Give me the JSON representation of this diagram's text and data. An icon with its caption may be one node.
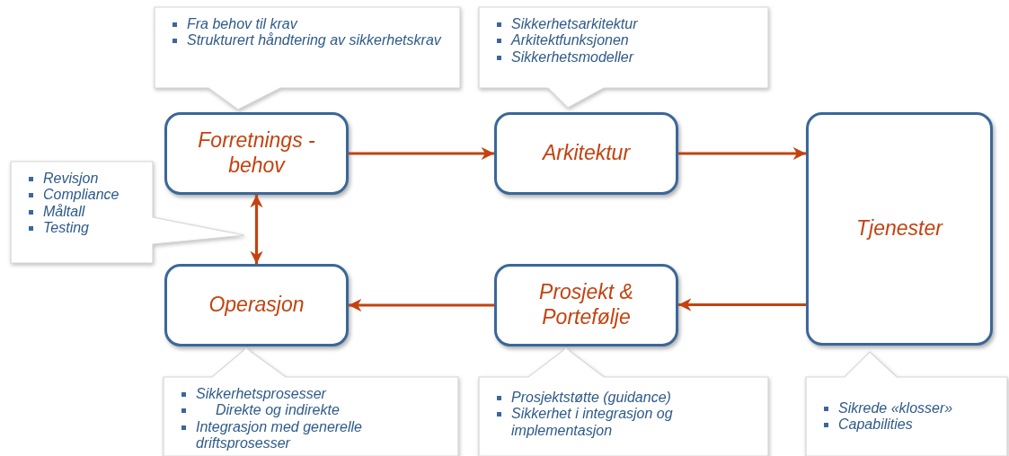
{
  "diagram": {
    "nodes": [
      {
        "text": [
          "Fra behov til krav",
          "Strukturert håndtering av sikkerhetskrav"
        ]
      },
      {
        "text": [
          "Sikkerhetsarkitektur",
          "Arkitektfunksjonen",
          "Sikkerhetsmodeller"
        ]
      },
      {
        "text": [
          "Forretnings -behov"
        ]
      },
      {
        "text": [
          "Arkitektur"
        ]
      },
      {
        "text": [
          "Tjenester"
        ]
      },
      {
        "text": [
          "Revisjon",
          "Compliance",
          "Måltall",
          "Testing"
        ]
      },
      {
        "text": [
          "Operasjon"
        ]
      },
      {
        "text": [
          "Prosjekt & Portefølje"
        ]
      },
      {
        "text": [
          "Sikkerhetsprosesser",
          "Direkte og indirekte",
          "Integrasjon med generelle driftsprosesser"
        ]
      },
      {
        "text": [
          "Prosjektstøtte (guidance)",
          "Sikkerhet i integrasjon og implementasjon"
        ]
      },
      {
        "text": [
          "Sikrede «klosser»",
          "Capabilities"
        ]
      }
    ],
    "edges": [
      {
        "from": 2,
        "to": 3,
        "arrow": "to"
      },
      {
        "from": 3,
        "to": 4,
        "arrow": "to"
      },
      {
        "from": 4,
        "to": 7,
        "arrow": "to"
      },
      {
        "from": 7,
        "to": 6,
        "arrow": "to"
      },
      {
        "from": 2,
        "to": 6,
        "arrow": "both"
      }
    ]
  }
}
